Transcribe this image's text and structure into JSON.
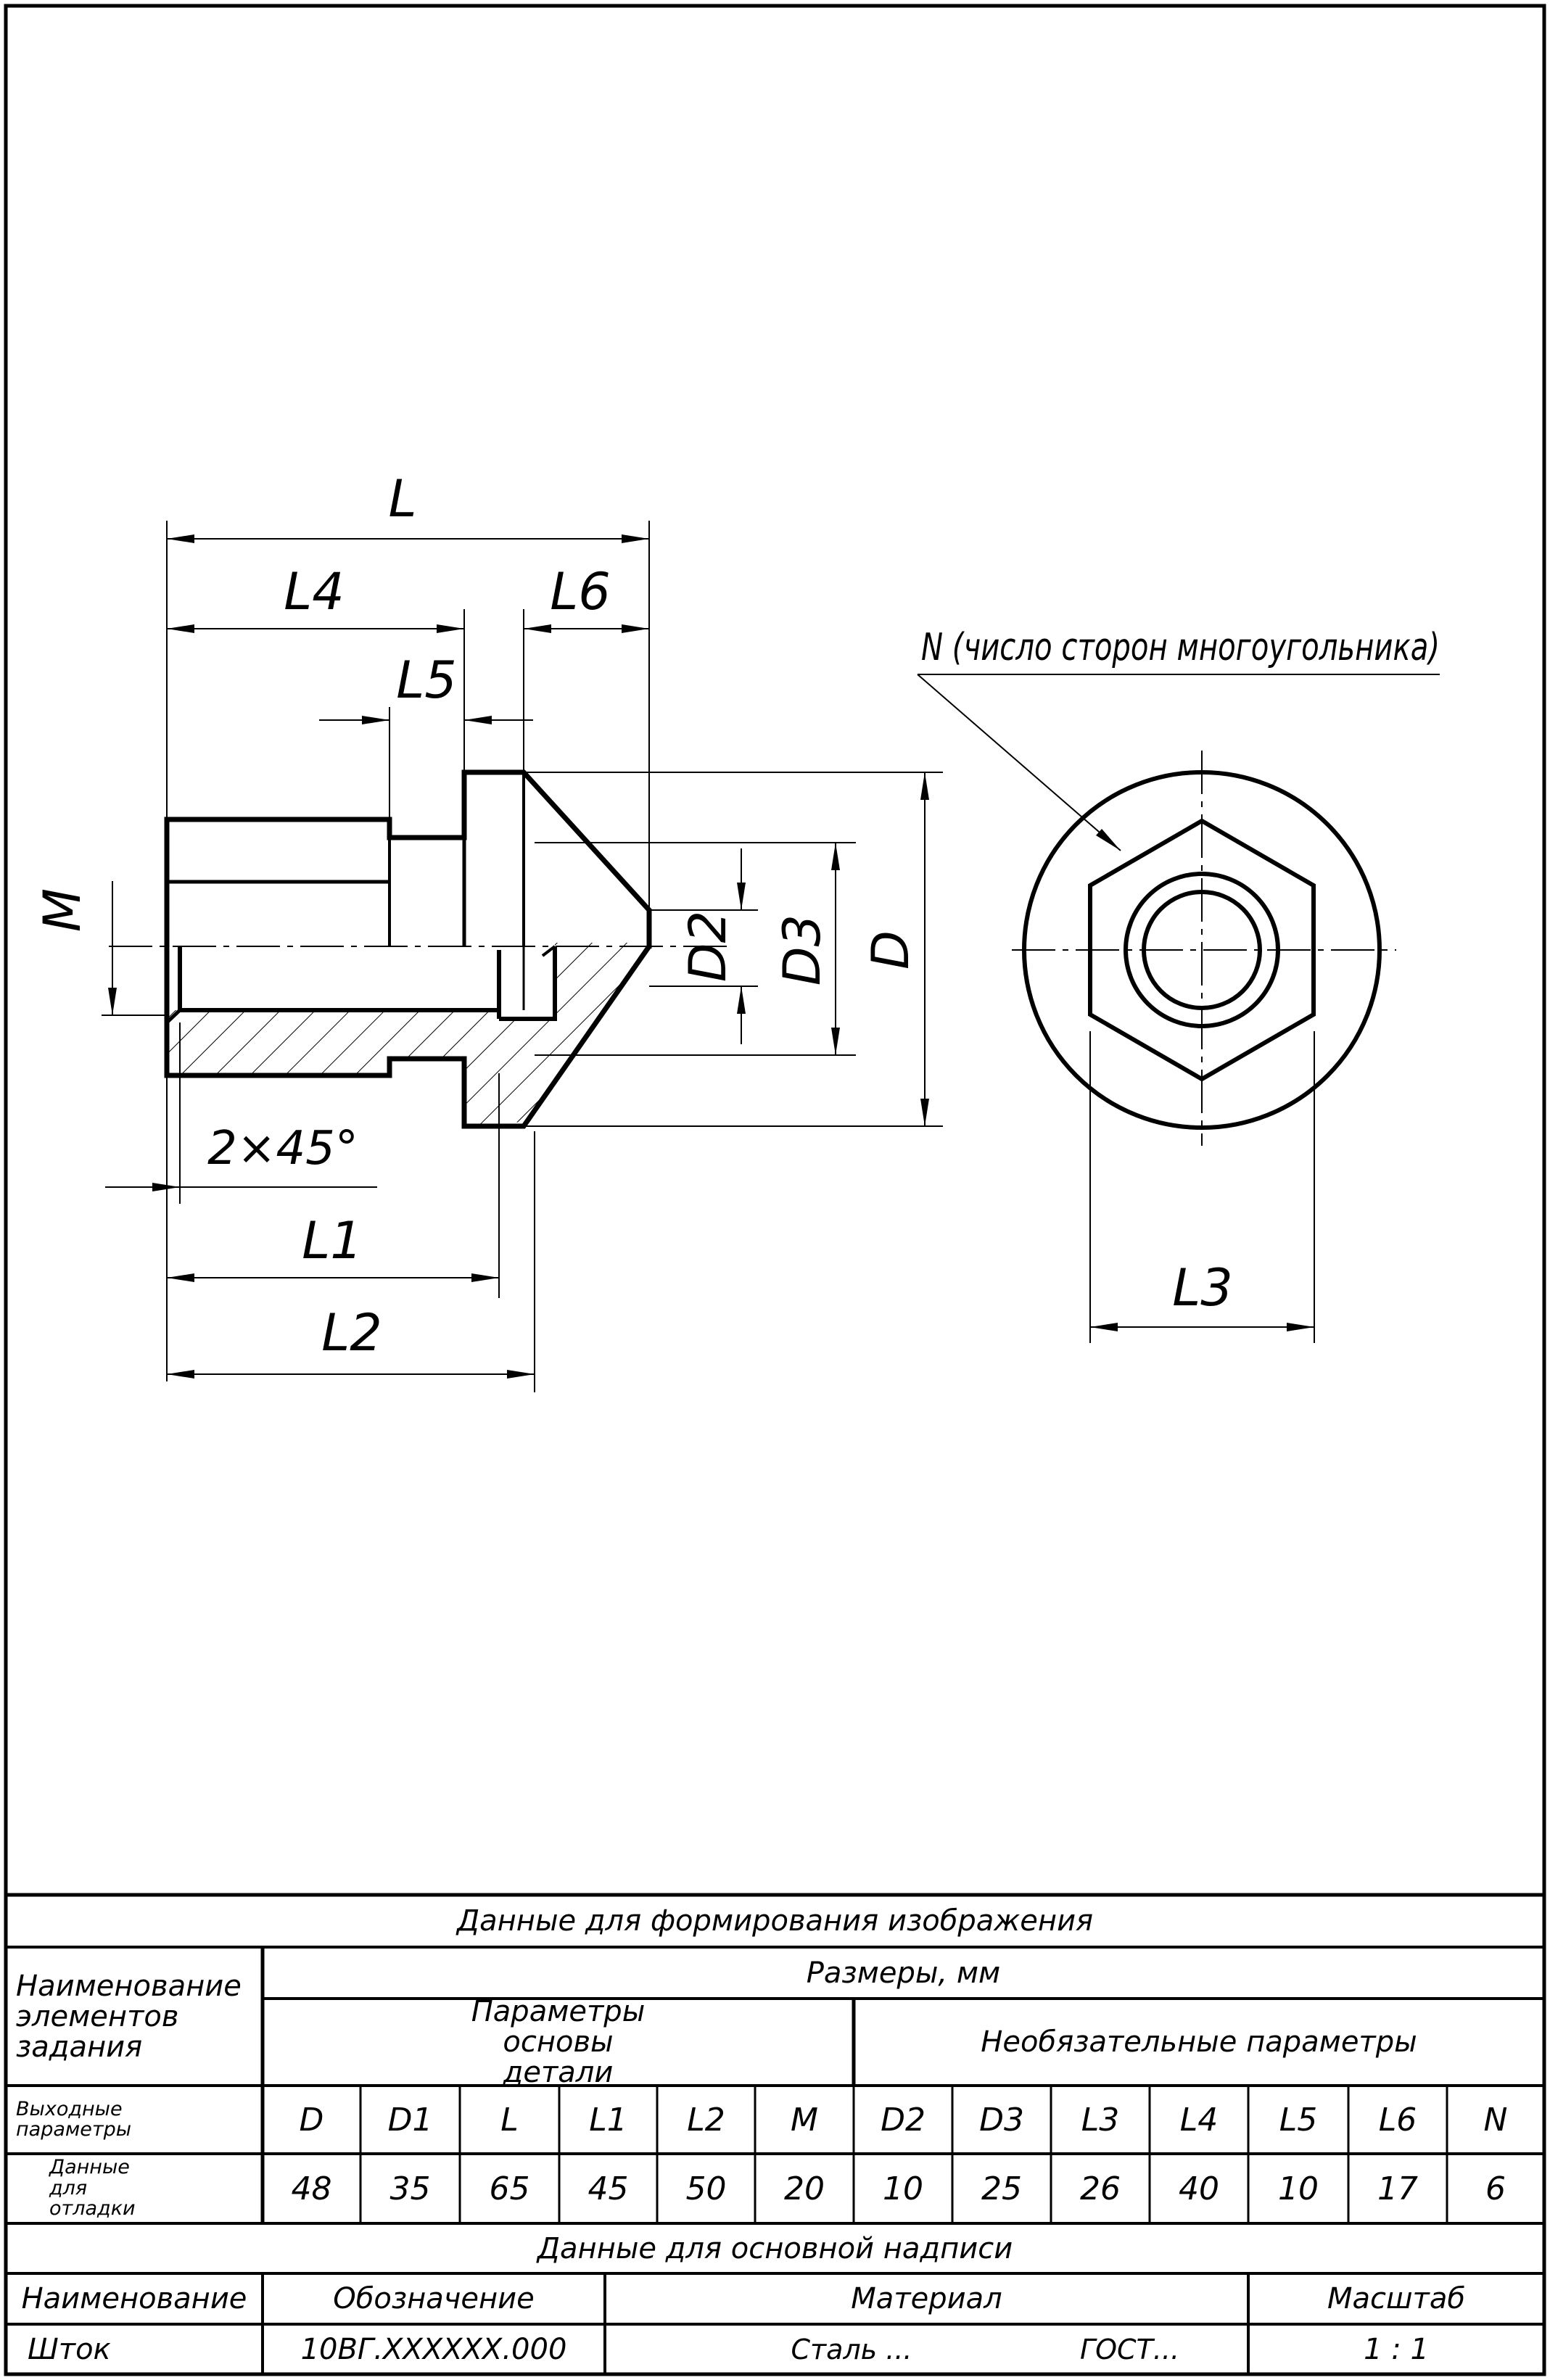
{
  "drawing": {
    "dimensions": {
      "L": "L",
      "L1": "L1",
      "L2": "L2",
      "L3": "L3",
      "L4": "L4",
      "L5": "L5",
      "L6": "L6",
      "M": "M",
      "D": "D",
      "D2": "D2",
      "D3": "D3",
      "chamfer": "2×45°"
    },
    "polygon_note": "N (число сторон многоугольника)"
  },
  "table": {
    "section_title": "Данные для формирования изображения",
    "elements_header": "Наименование элементов задания",
    "sizes_header": "Размеры, мм",
    "base_params_header": "Параметры основы детали",
    "optional_params_header": "Необязательные параметры",
    "output_params_label": "Выходные параметры",
    "debug_data_label": "Данные для отладки",
    "params": [
      "D",
      "D1",
      "L",
      "L1",
      "L2",
      "M",
      "D2",
      "D3",
      "L3",
      "L4",
      "L5",
      "L6",
      "N"
    ],
    "values": [
      "48",
      "35",
      "65",
      "45",
      "50",
      "20",
      "10",
      "25",
      "26",
      "40",
      "10",
      "17",
      "6"
    ],
    "main_inscription_title": "Данные для основной надписи",
    "name_header": "Наименование",
    "designation_header": "Обозначение",
    "material_header": "Материал",
    "scale_header": "Масштаб",
    "name_value": "Шток",
    "designation_value": "10ВГ.XXXXXX.000",
    "material_value": "Сталь ...",
    "gost_value": "ГОСТ...",
    "scale_value": "1 : 1"
  }
}
